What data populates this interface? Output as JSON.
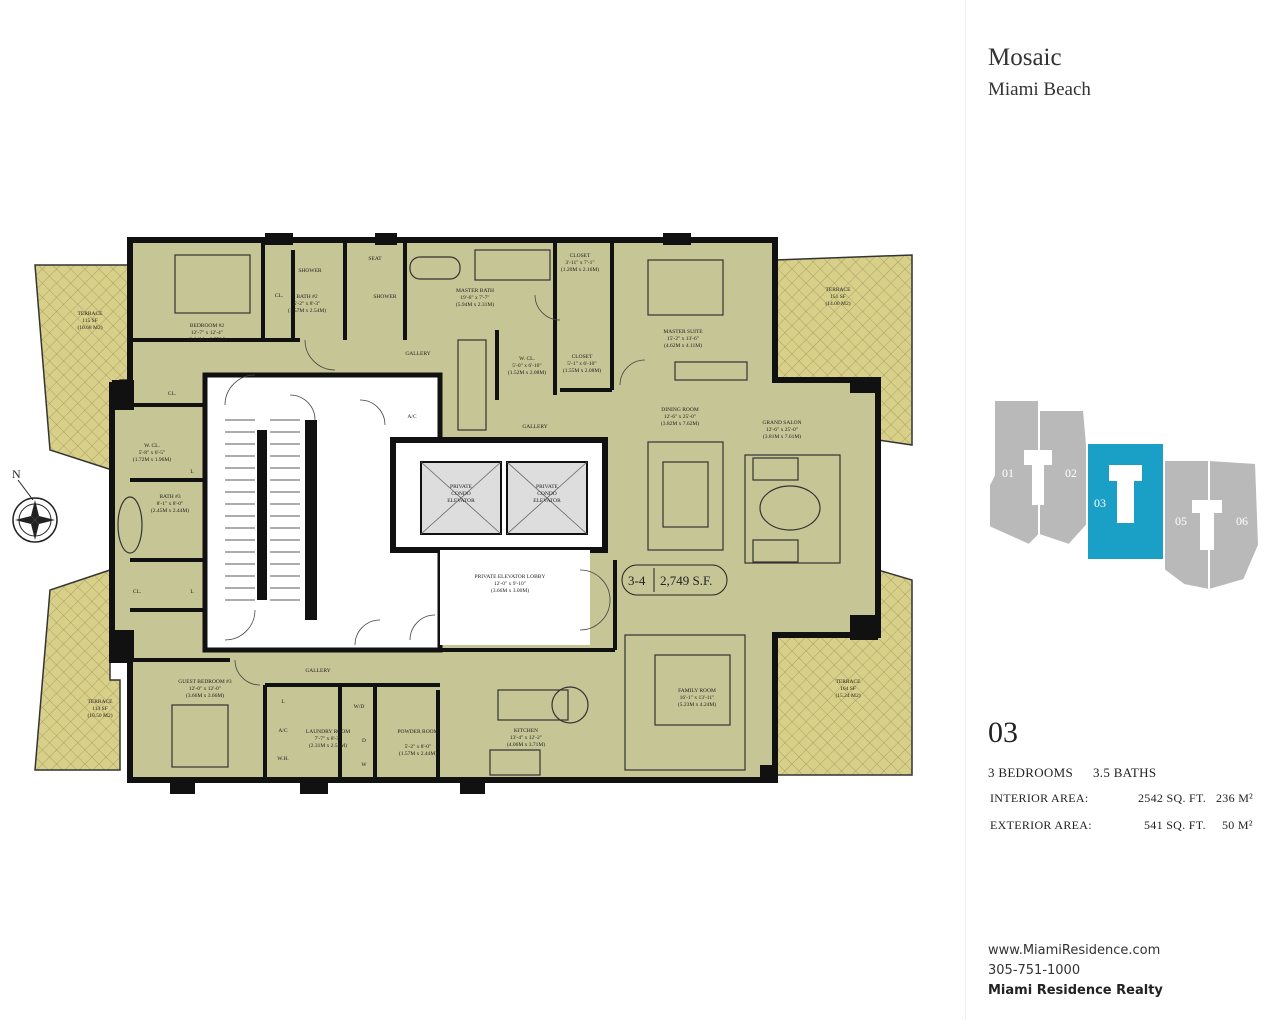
{
  "header": {
    "title": "Mosaic",
    "subtitle": "Miami Beach"
  },
  "unit": {
    "number": "03",
    "bedrooms": "3 BEDROOMS",
    "baths": "3.5 BATHS",
    "interior_label": "INTERIOR AREA:",
    "interior_sqft": "2542 SQ. FT.",
    "interior_m2": "236 M²",
    "exterior_label": "EXTERIOR AREA:",
    "exterior_sqft": "541 SQ. FT.",
    "exterior_m2": "50 M²"
  },
  "keyplan": {
    "units": [
      "01",
      "02",
      "03",
      "05",
      "06"
    ],
    "selected": "03"
  },
  "plan": {
    "badge_unit": "3-4",
    "badge_area": "2,749 S.F.",
    "rooms": {
      "bedroom2": "BEDROOM #2",
      "bedroom2_dim": "12'-7\" x 12'-4\"",
      "bedroom2_m": "(3.84M x 3.75M)",
      "bath2": "BATH #2",
      "bath2_dim": "5'-2\" x 8'-3\"",
      "bath2_m": "(1.57M x 2.54M)",
      "shower": "SHOWER",
      "seat": "SEAT",
      "master_bath": "MASTER BATH",
      "master_bath_dim": "19'-6\" x 7'-7\"",
      "master_bath_m": "(5.94M x 2.31M)",
      "closet": "CLOSET",
      "closet1_dim": "3'-11\" x 7'-1\"",
      "closet1_m": "(1.20M x 2.16M)",
      "closet2_dim": "5'-1\" x 6'-10\"",
      "closet2_m": "(1.55M x 2.08M)",
      "wcl": "W. CL.",
      "wcl_dim": "5'-0\" x 6'-10\"",
      "wcl_m": "(1.52M x 2.08M)",
      "master_suite": "MASTER SUITE",
      "master_suite_dim": "15'-2\" x 13'-6\"",
      "master_suite_m": "(4.62M x 4.11M)",
      "gallery": "GALLERY",
      "dining_room": "DINING ROOM",
      "dining_dim": "12'-6\" x 25'-0\"",
      "dining_m": "(3.82M x 7.62M)",
      "grand_salon": "GRAND SALON",
      "salon_dim": "12'-6\" x 25'-0\"",
      "salon_m": "(3.81M x 7.61M)",
      "ac": "A/C",
      "cl": "CL.",
      "l": "L",
      "wcl2_dim": "5'-8\" x 6'-5\"",
      "wcl2_m": "(1.72M x 1.96M)",
      "bath3": "BATH #3",
      "bath3_dim": "8'-1\" x 8'-0\"",
      "bath3_m": "(2.45M x 2.44M)",
      "elevator": "PRIVATE CONDO ELEVATOR",
      "elevator_l1": "PRIVATE",
      "elevator_l2": "CONDO",
      "elevator_l3": "ELEVATOR",
      "lobby": "PRIVATE ELEVATOR LOBBY",
      "lobby_dim": "12'-0\" x 9'-10\"",
      "lobby_m": "(3.66M x 3.00M)",
      "guest_bedroom": "GUEST BEDROOM #3",
      "guest_dim": "12'-0\" x 12'-0\"",
      "guest_m": "(3.66M x 3.66M)",
      "laundry": "LAUNDRY ROOM",
      "laundry_dim": "7'-7\" x 8'-3\"",
      "laundry_m": "(2.31M x 2.51M)",
      "wd": "W/D",
      "wh": "W.H.",
      "d": "D",
      "w": "W",
      "powder": "POWDER ROOM",
      "powder_dim": "5'-2\" x 8'-0\"",
      "powder_m": "(1.57M x 2.44M)",
      "kitchen": "KITCHEN",
      "kitchen_dim": "13'-4\" x 12'-2\"",
      "kitchen_m": "(4.06M x 3.71M)",
      "family_room": "FAMILY ROOM",
      "family_dim": "16'-1\" x 13'-11\"",
      "family_m": "(5.23M x 4.24M)"
    },
    "terraces": {
      "label": "TERRACE",
      "t1_sf": "115 SF",
      "t1_m": "(10.68 M2)",
      "t2_sf": "151 SF",
      "t2_m": "(14.00 M2)",
      "t3_sf": "113 SF",
      "t3_m": "(10.50 M2)",
      "t4_sf": "164 SF",
      "t4_m": "(15.24 M2)"
    },
    "compass_label": "N"
  },
  "contact": {
    "website": "www.MiamiResidence.com",
    "phone": "305-751-1000",
    "company": "Miami Residence Realty"
  },
  "colors": {
    "room_fill": "#c5c596",
    "terrace_fill": "#d9d08a",
    "wall": "#111111",
    "key_selected": "#1aa0c6",
    "key_other": "#b9b9b9"
  }
}
